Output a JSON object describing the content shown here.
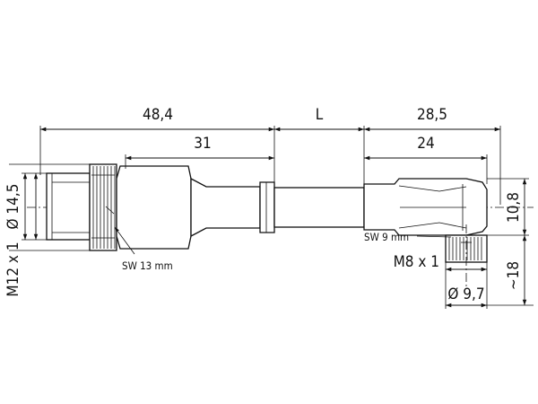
{
  "dimensions": {
    "d_48_4": "48,4",
    "d_L": "L",
    "d_28_5": "28,5",
    "d_31": "31",
    "d_24": "24",
    "d_14_5": "Ø 14,5",
    "d_m12": "M12 x 1",
    "d_10_8": "10,8",
    "d_18": "~18",
    "d_m8": "M8 x 1",
    "d_9_7": "Ø 9,7"
  },
  "labels": {
    "sw13": "SW 13 mm",
    "sw9": "SW 9 mm"
  }
}
